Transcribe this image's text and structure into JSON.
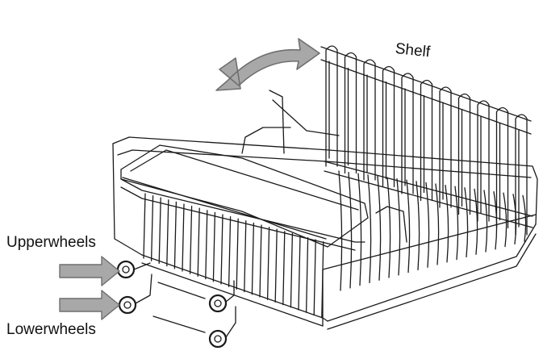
{
  "labels": {
    "shelf": "Shelf",
    "upper_wheels": "Upperwheels",
    "lower_wheels": "Lowerwheels"
  },
  "colors": {
    "line": "#1a1a1a",
    "arrow_fill": "#a8a8a8",
    "arrow_stroke": "#6f6f6f",
    "background": "#ffffff"
  },
  "icons": {
    "rotate_arrow": "curved-double-arrow-icon",
    "pointer_arrow": "right-arrow-icon",
    "wheel": "wheel-icon"
  }
}
